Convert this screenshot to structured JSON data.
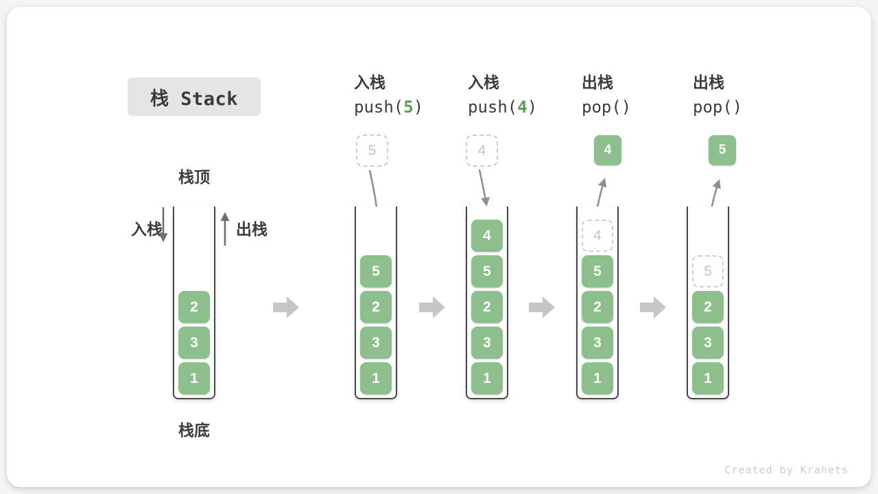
{
  "watermark": "Created by Krahets",
  "title": "栈 Stack",
  "stack1": {
    "top_label": "栈顶",
    "bottom_label": "栈底",
    "push_label": "入栈",
    "pop_label": "出栈",
    "items": [
      "2",
      "3",
      "1"
    ]
  },
  "steps": [
    {
      "label": "入栈",
      "code_before": "push(",
      "arg": "5",
      "code_after": ")",
      "incoming_value": "5",
      "items": [
        "5",
        "2",
        "3",
        "1"
      ]
    },
    {
      "label": "入栈",
      "code_before": "push(",
      "arg": "4",
      "code_after": ")",
      "incoming_value": "4",
      "items": [
        "4",
        "5",
        "2",
        "3",
        "1"
      ]
    },
    {
      "label": "出栈",
      "code": "pop()",
      "popped_value": "4",
      "ghost_value": "4",
      "items": [
        "5",
        "2",
        "3",
        "1"
      ]
    },
    {
      "label": "出栈",
      "code": "pop()",
      "popped_value": "5",
      "ghost_value": "5",
      "items": [
        "2",
        "3",
        "1"
      ]
    }
  ],
  "colors": {
    "box_green": "#8cbf8c",
    "arg_green": "#55a055",
    "text_dark": "#3c3c3c",
    "ghost_gray": "#c4c4c4",
    "flow_arrow_gray": "#c6c6c6"
  }
}
